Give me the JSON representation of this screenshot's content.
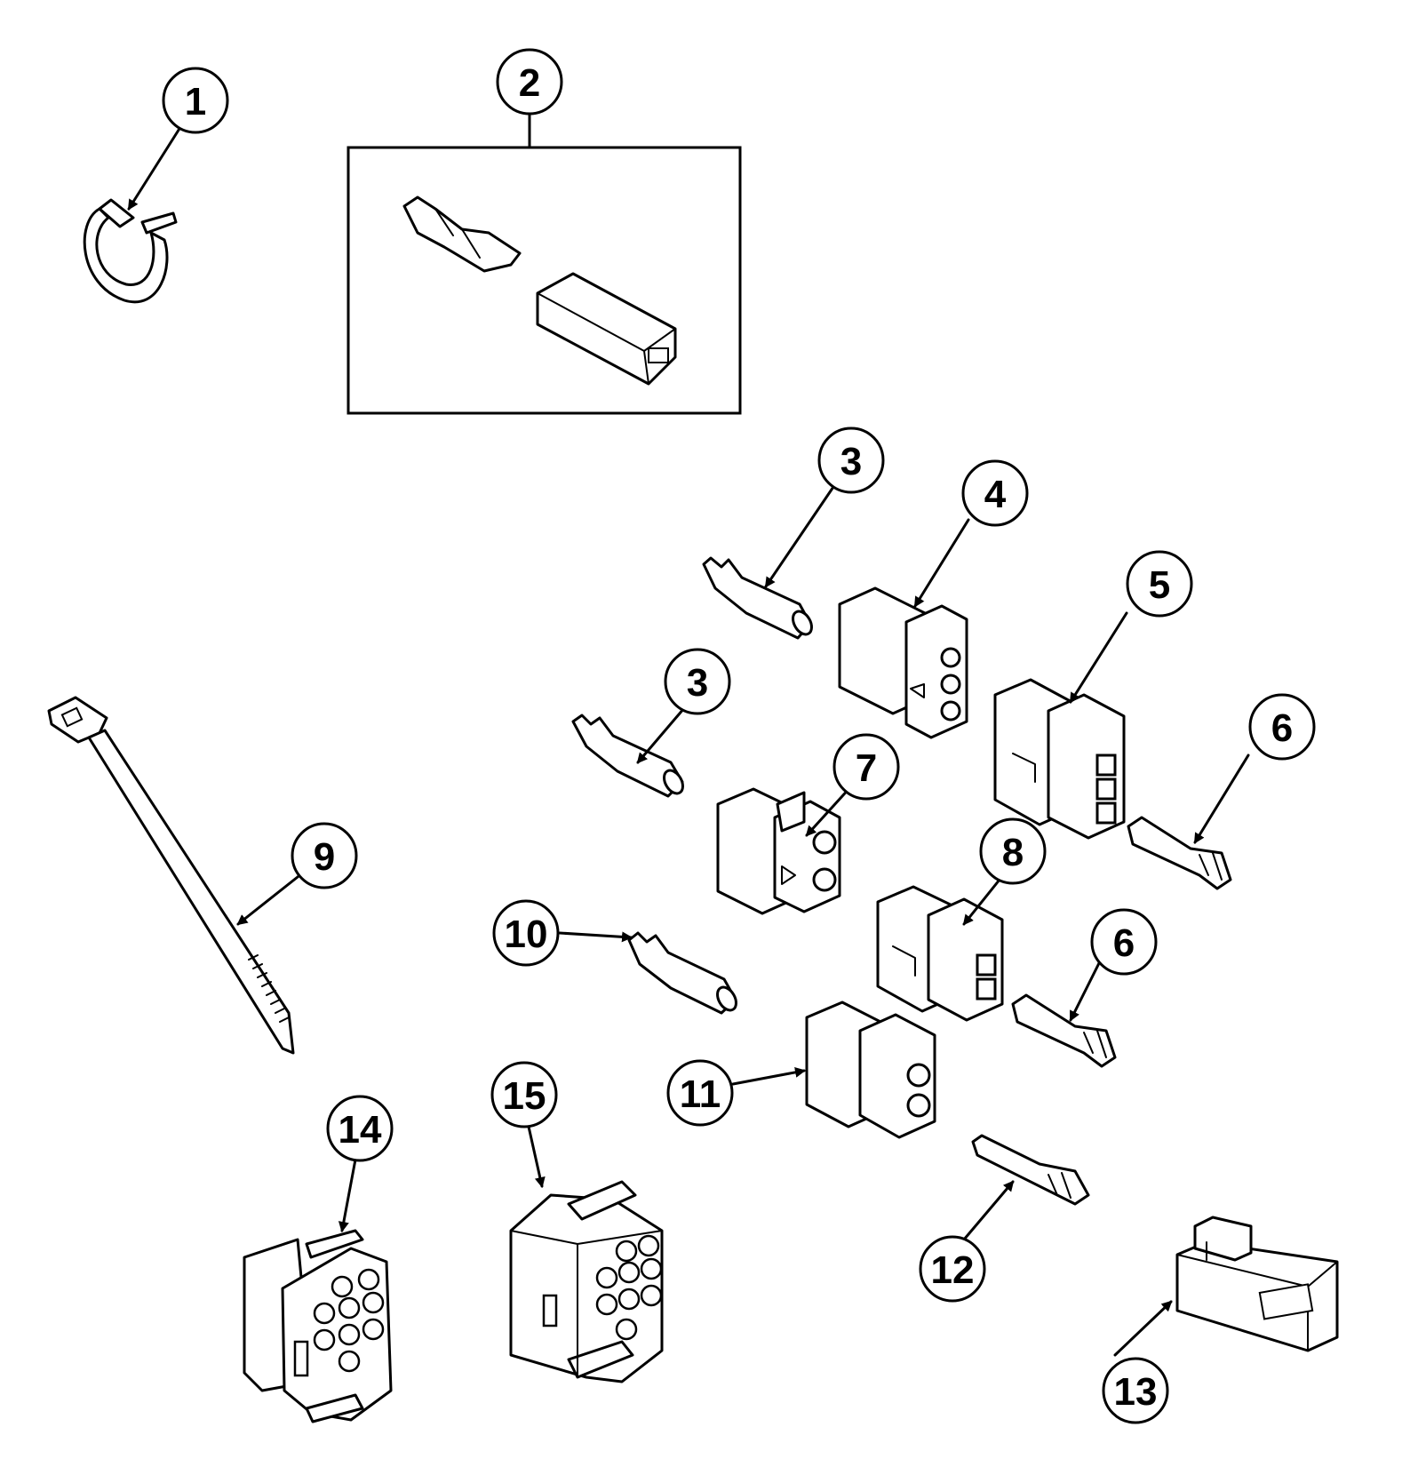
{
  "callouts": [
    {
      "id": "c1",
      "label": "1"
    },
    {
      "id": "c2",
      "label": "2"
    },
    {
      "id": "c3a",
      "label": "3"
    },
    {
      "id": "c3b",
      "label": "3"
    },
    {
      "id": "c4",
      "label": "4"
    },
    {
      "id": "c5",
      "label": "5"
    },
    {
      "id": "c6a",
      "label": "6"
    },
    {
      "id": "c6b",
      "label": "6"
    },
    {
      "id": "c7",
      "label": "7"
    },
    {
      "id": "c8",
      "label": "8"
    },
    {
      "id": "c9",
      "label": "9"
    },
    {
      "id": "c10",
      "label": "10"
    },
    {
      "id": "c11",
      "label": "11"
    },
    {
      "id": "c12",
      "label": "12"
    },
    {
      "id": "c13",
      "label": "13"
    },
    {
      "id": "c14",
      "label": "14"
    },
    {
      "id": "c15",
      "label": "15"
    }
  ]
}
